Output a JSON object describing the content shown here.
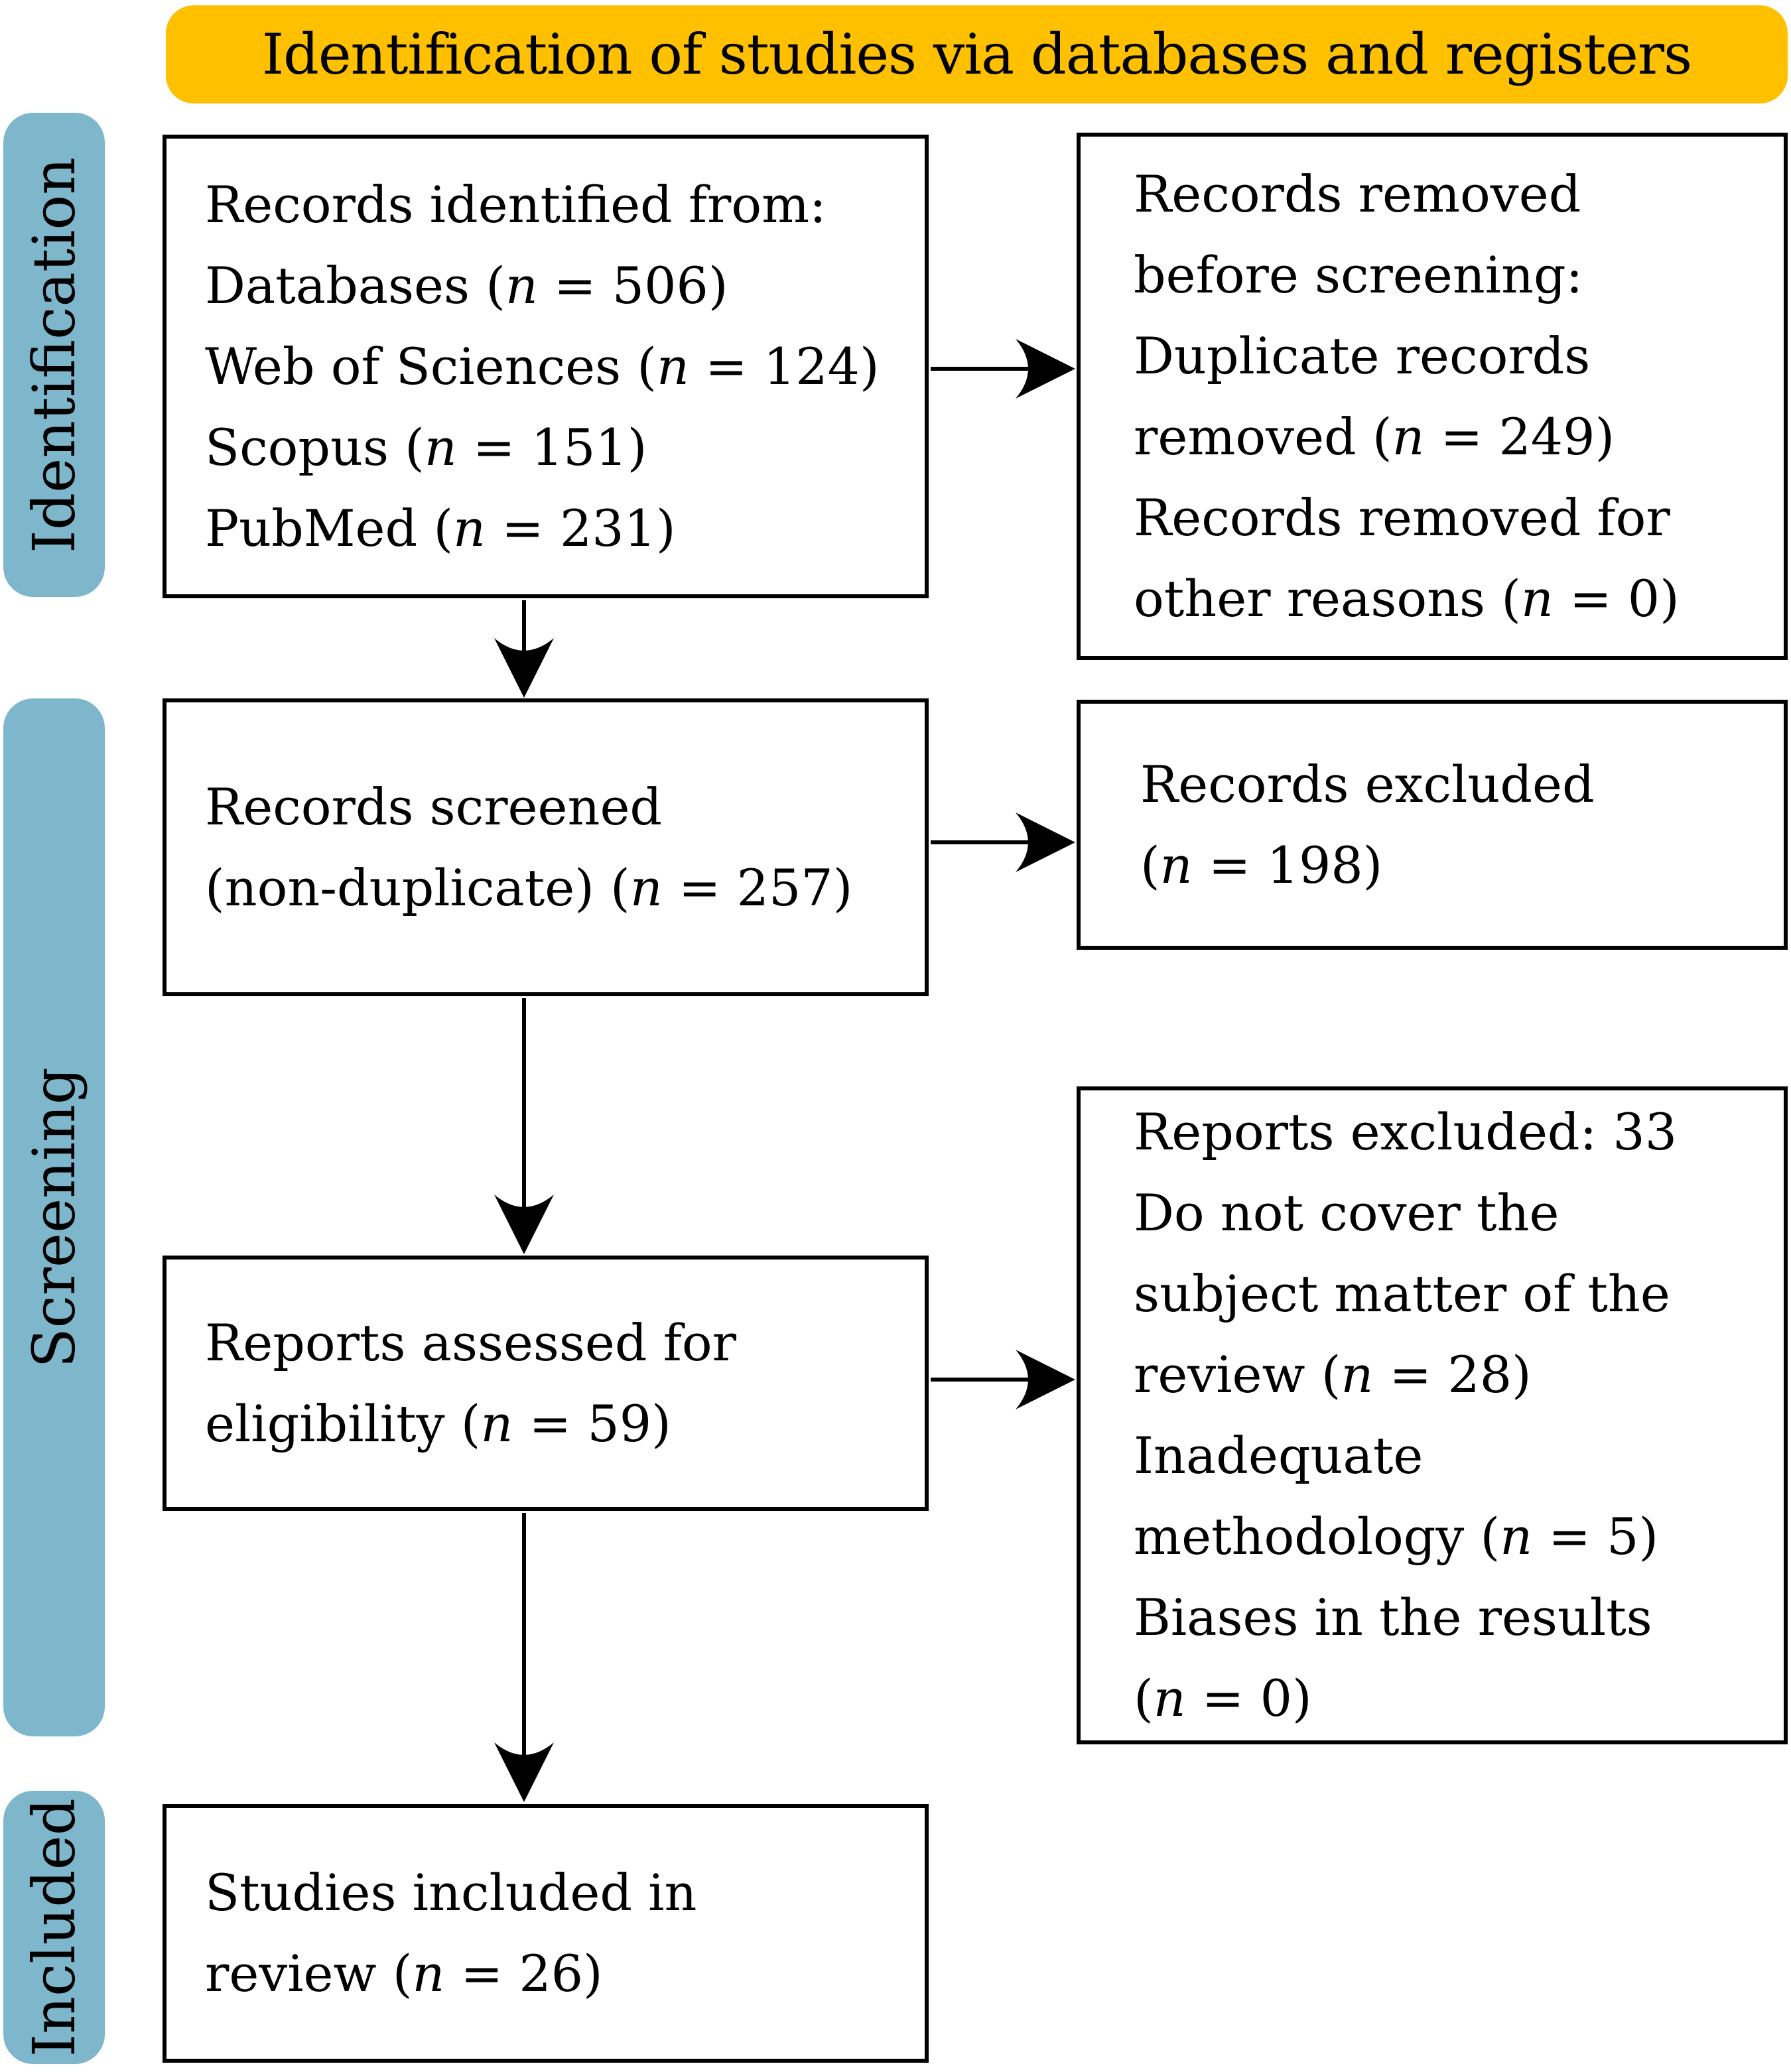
{
  "title": "Identification of studies via databases and registers",
  "colors": {
    "banner_background": "#FFC000",
    "stage_label_background": "#7EB7CB",
    "box_border": "#000000",
    "text": "#000000"
  },
  "sidebar": {
    "labels": [
      {
        "id": "identification",
        "text": "Identification"
      },
      {
        "id": "screening",
        "text": "Screening"
      },
      {
        "id": "included",
        "text": "Included"
      }
    ]
  },
  "boxes": {
    "identified": {
      "lines": [
        "Records identified from:",
        "Databases (*n* = 506)",
        "Web of Sciences (*n* = 124)",
        "Scopus (*n* = 151)",
        "PubMed (*n* = 231)"
      ]
    },
    "removed_before_screening": {
      "lines": [
        "Records removed",
        "before screening:",
        "Duplicate records",
        "removed (*n* = 249)",
        "Records removed for",
        "other reasons (*n* = 0)"
      ]
    },
    "screened": {
      "lines": [
        "Records screened",
        "(non-duplicate) (*n* = 257)"
      ]
    },
    "records_excluded": {
      "lines": [
        "Records excluded",
        "(*n* = 198)"
      ]
    },
    "assessed": {
      "lines": [
        "Reports assessed for",
        "eligibility (*n* = 59)"
      ]
    },
    "reports_excluded": {
      "lines": [
        "Reports excluded: 33",
        "Do not cover the",
        "subject matter of the",
        "review (*n* = 28)",
        "Inadequate",
        "methodology (*n* = 5)",
        "Biases in the results",
        "(*n* = 0)"
      ]
    },
    "included_studies": {
      "lines": [
        "Studies included in",
        "review (*n* = 26)"
      ]
    }
  }
}
